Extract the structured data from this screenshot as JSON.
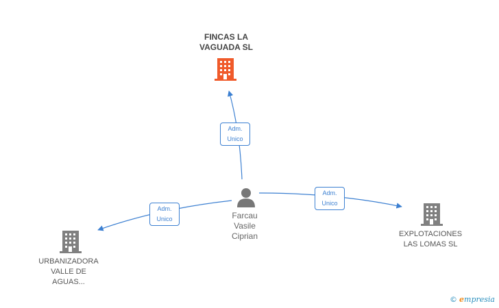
{
  "nodes": {
    "center_company": {
      "label_line1": "FINCAS LA",
      "label_line2": "VAGUADA SL",
      "color": "#f05a2a"
    },
    "person": {
      "line1": "Farcau",
      "line2": "Vasile",
      "line3": "Ciprian",
      "color": "#777777"
    },
    "left_company": {
      "line1": "URBANIZADORA",
      "line2": "VALLE DE",
      "line3": "AGUAS...",
      "color": "#808080"
    },
    "right_company": {
      "line1": "EXPLOTACIONES",
      "line2": "LAS LOMAS SL",
      "color": "#808080"
    }
  },
  "relations": {
    "top": {
      "line1": "Adm.",
      "line2": "Unico"
    },
    "left": {
      "line1": "Adm.",
      "line2": "Unico"
    },
    "right": {
      "line1": "Adm.",
      "line2": "Unico"
    }
  },
  "colors": {
    "edge": "#3b7fd1"
  },
  "brand": {
    "copyright": "©",
    "initial": "e",
    "rest": "mpresia"
  }
}
